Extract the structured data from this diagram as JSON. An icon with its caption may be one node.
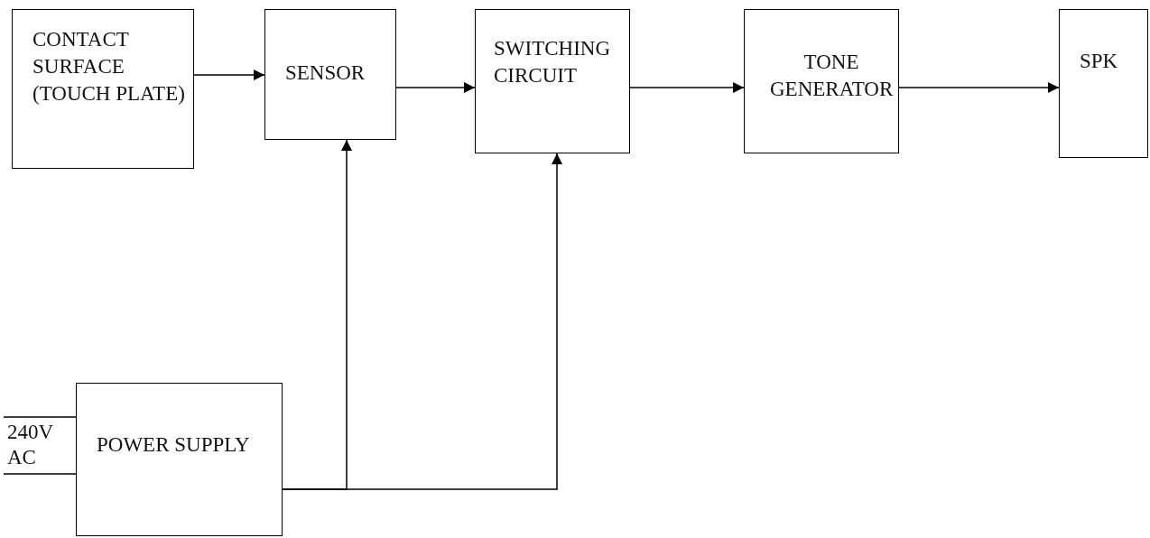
{
  "diagram": {
    "nodes": [
      {
        "text": [
          "CONTACT SURFACE (TOUCH PLATE)"
        ]
      },
      {
        "text": [
          "SENSOR"
        ]
      },
      {
        "text": [
          "SWITCHING CIRCUIT"
        ]
      },
      {
        "text": [
          "TONE GENERATOR"
        ]
      },
      {
        "text": [
          "SPK"
        ]
      },
      {
        "text": [
          "POWER SUPPLY"
        ]
      },
      {
        "text": [
          "240V AC"
        ]
      }
    ],
    "edges": [
      {
        "from": 0,
        "to": 1,
        "arrow": "to"
      },
      {
        "from": 1,
        "to": 2,
        "arrow": "to"
      },
      {
        "from": 2,
        "to": 3,
        "arrow": "to"
      },
      {
        "from": 3,
        "to": 4,
        "arrow": "to"
      },
      {
        "from": 5,
        "to": 1,
        "arrow": "to"
      },
      {
        "from": 5,
        "to": 2,
        "arrow": "to"
      },
      {
        "from": 6,
        "to": 5,
        "arrow": "none"
      },
      {
        "from": 6,
        "to": 5,
        "arrow": "none"
      }
    ]
  }
}
